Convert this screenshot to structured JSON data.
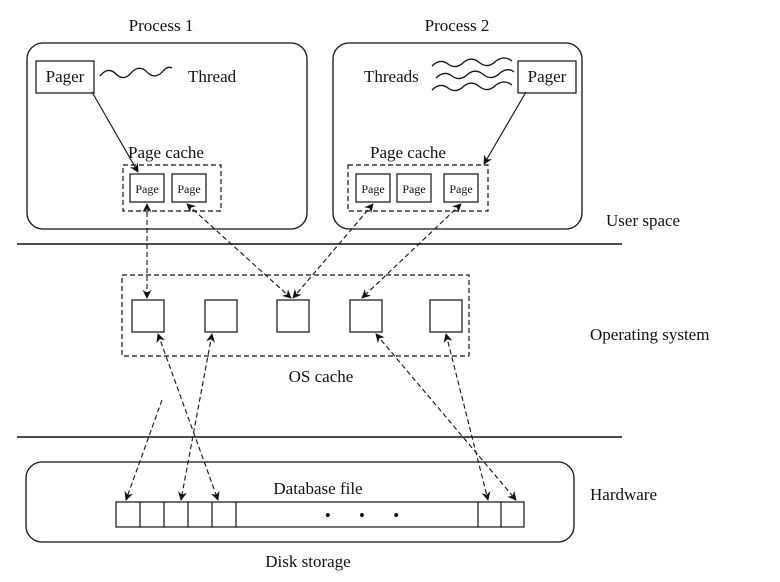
{
  "process1": {
    "title": "Process 1",
    "pager": "Pager",
    "thread": "Thread",
    "page_cache_label": "Page cache",
    "pages": [
      "Page",
      "Page"
    ]
  },
  "process2": {
    "title": "Process 2",
    "pager": "Pager",
    "threads": "Threads",
    "page_cache_label": "Page cache",
    "pages": [
      "Page",
      "Page",
      "Page"
    ]
  },
  "layers": {
    "user_space": "User space",
    "operating_system": "Operating system",
    "hardware": "Hardware"
  },
  "os_cache": {
    "label": "OS cache"
  },
  "disk": {
    "database_file": "Database file",
    "ellipsis": "• • •",
    "storage_label": "Disk storage"
  }
}
